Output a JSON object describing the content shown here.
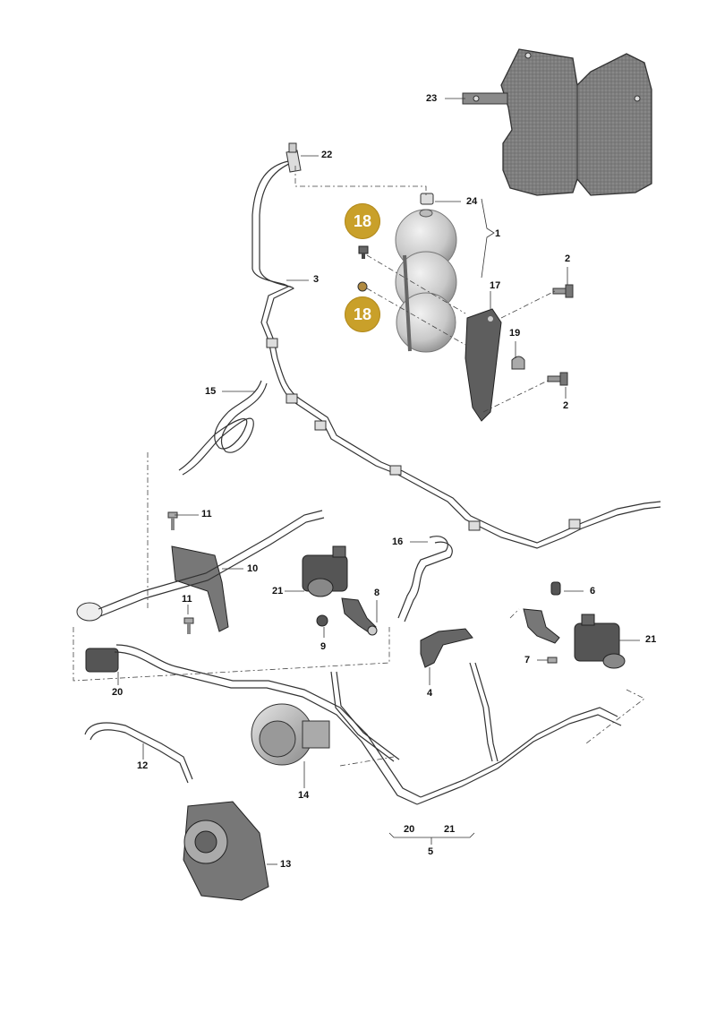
{
  "diagram": {
    "callouts": {
      "c1": "1",
      "c2a": "2",
      "c2b": "2",
      "c3": "3",
      "c4": "4",
      "c5": "5",
      "c6": "6",
      "c7": "7",
      "c8": "8",
      "c9": "9",
      "c10": "10",
      "c11a": "11",
      "c11b": "11",
      "c12": "12",
      "c13": "13",
      "c14": "14",
      "c15": "15",
      "c16": "16",
      "c17": "17",
      "c19": "19",
      "c20a": "20",
      "c20b": "20",
      "c21a": "21",
      "c21b": "21",
      "c21c": "21",
      "c22": "22",
      "c23": "23",
      "c24": "24"
    },
    "badges": {
      "b18a": "18",
      "b18b": "18"
    },
    "colors": {
      "line": "#333333",
      "part_fill": "#e8e8e8",
      "part_stroke": "#555555",
      "shield_fill": "#8a8a8a",
      "badge_gold": "#c9a02a"
    }
  }
}
